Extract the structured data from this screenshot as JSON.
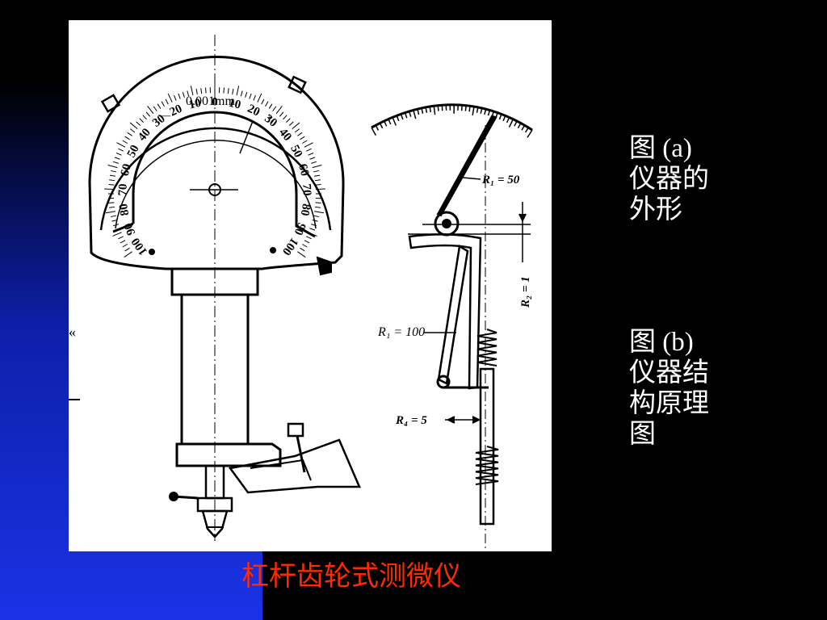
{
  "colors": {
    "background": "#000000",
    "accent_blue": "#1a32e6",
    "caption_red": "#ff2a00",
    "label_white": "#ffffff"
  },
  "figure": {
    "dial_unit": "0.001mm",
    "dial_minus": "—",
    "dial_plus": "+",
    "scale_left": [
      "100",
      "90",
      "80",
      "70",
      "60",
      "50",
      "40",
      "30",
      "20",
      "10"
    ],
    "scale_zero": "0",
    "scale_right": [
      "10",
      "20",
      "30",
      "40",
      "50",
      "60",
      "70",
      "80",
      "90",
      "100"
    ],
    "r1_top": "R₁ = 50",
    "r2": "R₂ = 1",
    "r1_lower": "R₁ = 100",
    "r4": "R₄ = 5"
  },
  "labels": {
    "a_lines": [
      "图 (a)",
      "仪器的",
      "外形"
    ],
    "b_lines": [
      "图 (b)",
      "仪器结",
      "构原理",
      "图"
    ]
  },
  "caption": "杠杆齿轮式测微仪"
}
